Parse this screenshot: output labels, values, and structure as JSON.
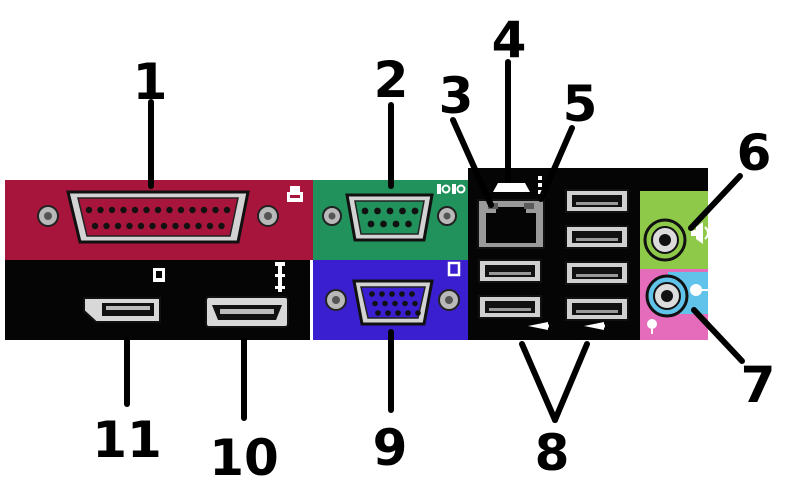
{
  "labels": {
    "n1": "1",
    "n2": "2",
    "n3": "3",
    "n4": "4",
    "n5": "5",
    "n6": "6",
    "n7": "7",
    "n8": "8",
    "n9": "9",
    "n10": "10",
    "n11": "11"
  },
  "icons": {
    "parallel": "printer-icon",
    "serial": "serial-1010-icon",
    "vga": "monitor-icon",
    "displayport": "displayport-icon",
    "esata": "esata-icon",
    "usb": "usb-icon",
    "line_out": "headphone-icon",
    "line_in": "line-in-icon"
  },
  "colors": {
    "parallel_panel": "#a8153c",
    "serial_panel": "#21925c",
    "vga_panel": "#3a1fd0",
    "audio_out": "#8ec94a",
    "audio_in": "#62c3ea",
    "audio_mic": "#e46cbb",
    "chassis": "#050505",
    "lan_jack": "#9a9a9a"
  }
}
